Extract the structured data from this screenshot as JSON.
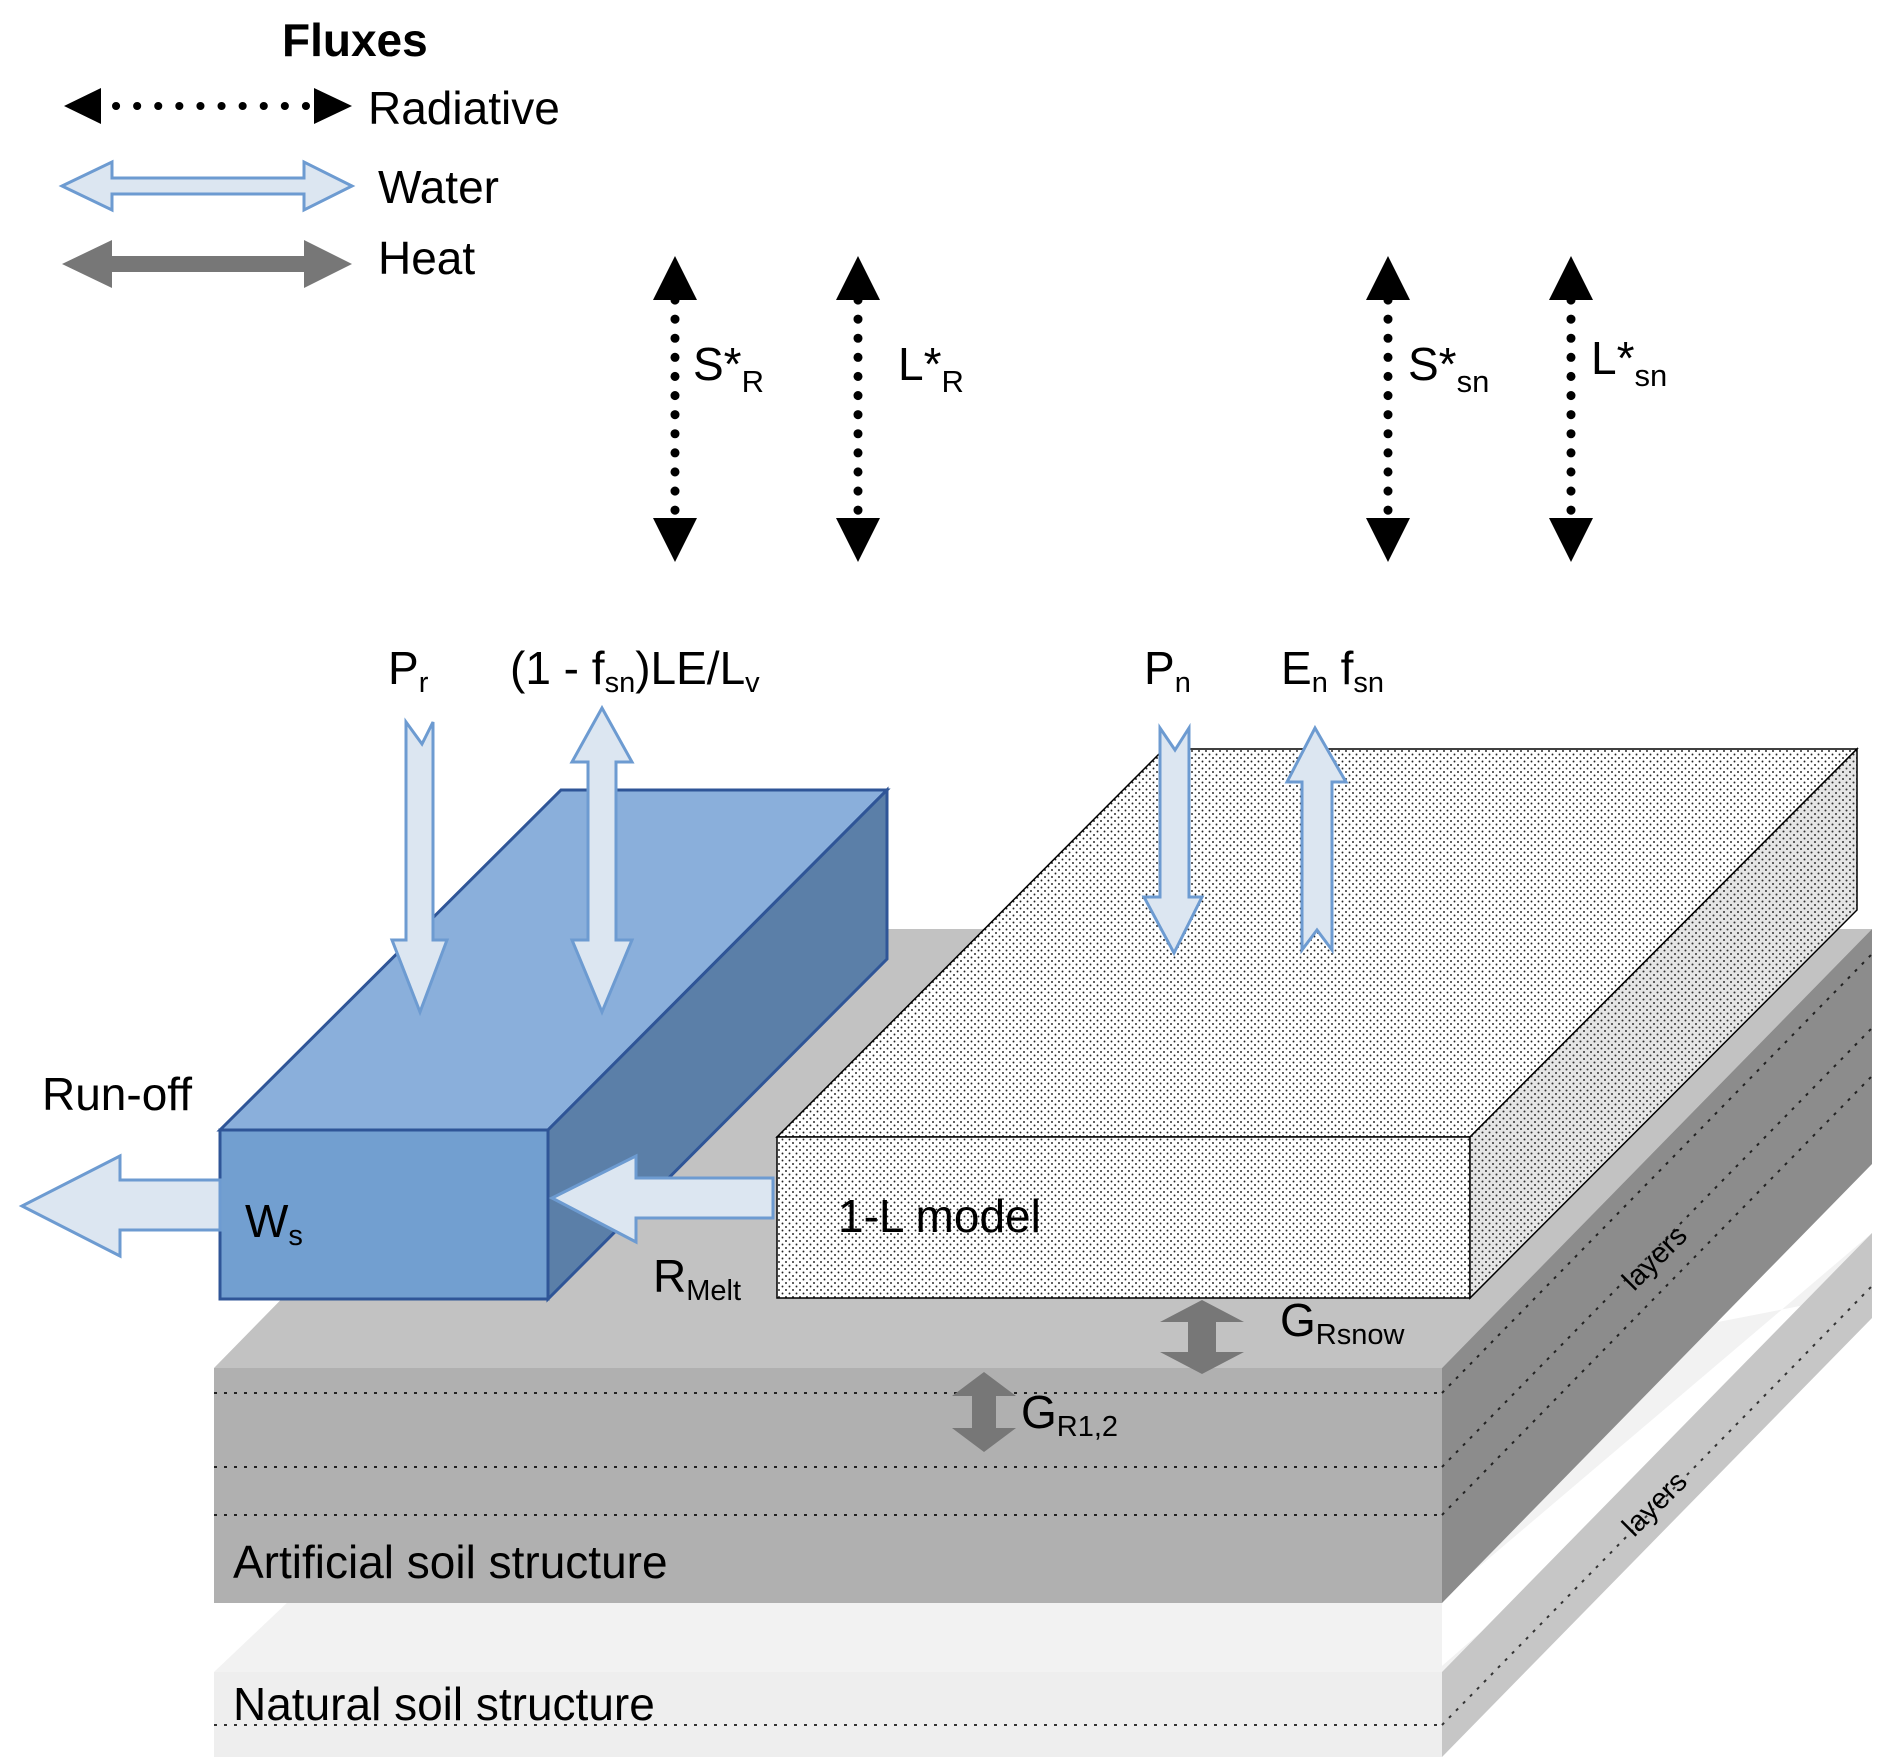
{
  "legend": {
    "title": "Fluxes",
    "items": [
      {
        "label": "Radiative",
        "style": "dotted-black",
        "icon": "double-arrow-dotted"
      },
      {
        "label": "Water",
        "style": "light-blue-outline",
        "icon": "double-arrow-water"
      },
      {
        "label": "Heat",
        "style": "grey-solid",
        "icon": "double-arrow-heat"
      }
    ]
  },
  "radiative": {
    "s_road": {
      "main": "S*",
      "sub": "R"
    },
    "l_road": {
      "main": "L*",
      "sub": "R"
    },
    "s_snow": {
      "main": "S*",
      "sub": "sn"
    },
    "l_snow": {
      "main": "L*",
      "sub": "sn"
    }
  },
  "water_fluxes": {
    "pr": {
      "main": "P",
      "sub": "r"
    },
    "le": {
      "pre": "(1 - f",
      "sub": "sn",
      "post": ")LE/L",
      "sub2": "v"
    },
    "pn": {
      "main": "P",
      "sub": "n"
    },
    "en": {
      "main": "E",
      "sub": "n",
      "post": " f",
      "sub2": "sn"
    },
    "runoff": "Run-off",
    "rmelt": {
      "main": "R",
      "sub": "Melt"
    }
  },
  "heat_fluxes": {
    "g_snow": {
      "main": "G",
      "sub": "Rsnow"
    },
    "g_r12": {
      "main": "G",
      "sub": "R1,2"
    }
  },
  "blocks": {
    "water_store": {
      "main": "W",
      "sub": "s"
    },
    "snow_model": "1-L model",
    "artificial_soil": "Artificial soil structure",
    "natural_soil": "Natural soil structure",
    "layers_upper": "layers",
    "layers_lower": "layers"
  },
  "colors": {
    "water_top": "#8aafdb",
    "water_front": "#729fd0",
    "water_side": "#5b7fa8",
    "water_stroke": "#2f5597",
    "flux_fill": "#dce6f1",
    "flux_stroke": "#6d9bd1",
    "heat": "#777777",
    "artificial_top": "#c2c2c2",
    "artificial_front": "#b0b0b0",
    "artificial_side": "#8c8c8c",
    "natural_top": "#f2f2f2",
    "natural_front": "#eeeeee",
    "natural_side": "#c6c6c6"
  }
}
